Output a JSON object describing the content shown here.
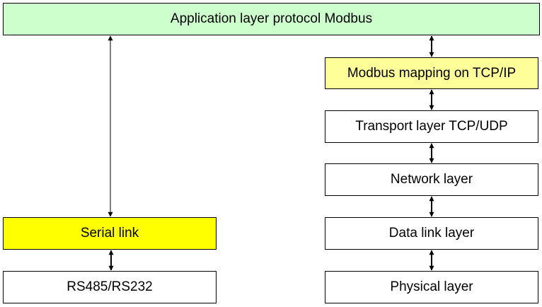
{
  "diagram": {
    "application_layer": {
      "label": "Application layer protocol Modbus",
      "color": "#ccffcc"
    },
    "serial_stack": [
      {
        "label": "Serial link",
        "color": "#ffff00"
      },
      {
        "label": "RS485/RS232",
        "color": "#ffffff"
      }
    ],
    "tcp_stack": [
      {
        "label": "Modbus mapping on TCP/IP",
        "color": "#ffff99"
      },
      {
        "label": "Transport layer TCP/UDP",
        "color": "#ffffff"
      },
      {
        "label": "Network layer",
        "color": "#ffffff"
      },
      {
        "label": "Data link layer",
        "color": "#ffffff"
      },
      {
        "label": "Physical layer",
        "color": "#ffffff"
      }
    ],
    "connector_style": "double-headed-arrow"
  }
}
